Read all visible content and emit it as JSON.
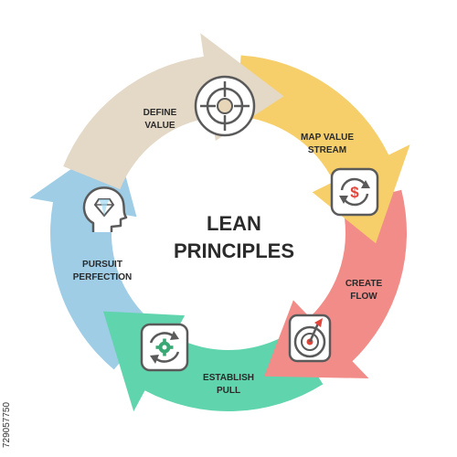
{
  "center": {
    "line1": "LEAN",
    "line2": "PRINCIPLES"
  },
  "steps": [
    {
      "line1": "DEFINE",
      "line2": "VALUE",
      "icon": "crosshair-target-icon",
      "color": "#e4d8c6"
    },
    {
      "line1": "MAP VALUE",
      "line2": "STREAM",
      "icon": "dollar-cycle-icon",
      "color": "#f6cf6a"
    },
    {
      "line1": "CREATE",
      "line2": "FLOW",
      "icon": "dartboard-arrow-icon",
      "color": "#f28c89"
    },
    {
      "line1": "ESTABLISH",
      "line2": "PULL",
      "icon": "gear-cycle-icon",
      "color": "#5fd4ad"
    },
    {
      "line1": "PURSUIT",
      "line2": "PERFECTION",
      "icon": "head-diamond-icon",
      "color": "#9fcde6"
    }
  ],
  "watermark_id": "729057750",
  "icon_stroke_color": "#5a5a5a",
  "icon_accent_color": "#e0453a"
}
